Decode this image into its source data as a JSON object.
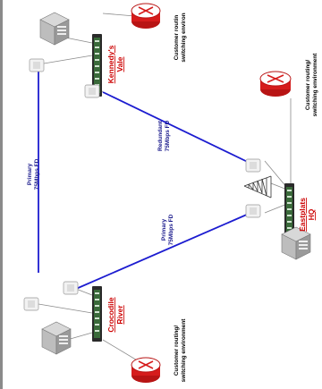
{
  "sites": {
    "kennedys_vale": {
      "name_line1": "Kennedy's",
      "name_line2": "Vale"
    },
    "crocodile_river": {
      "name_line1": "Crocodile",
      "name_line2": "River"
    },
    "eastplats_hq": {
      "name_line1": "Eastplats",
      "name_line2": "HQ"
    }
  },
  "customer_labels": {
    "kennedys_vale": {
      "line1": "Customer routin",
      "line2": "switching environ"
    },
    "eastplats_hq": {
      "line1": "Customer routing/",
      "line2": "switching environment"
    },
    "crocodile_river": {
      "line1": "Customer routing/",
      "line2": "switching environment"
    }
  },
  "links": {
    "left_primary": {
      "line1": "Primary",
      "line2": "75Mbps FD"
    },
    "redundant": {
      "line1": "Redundant",
      "line2": "75Mbps FD"
    },
    "bottom_primary": {
      "line1": "Primary",
      "line2": "75Mbps FD"
    }
  },
  "colors": {
    "link_line": "#1c1cd0",
    "site_label": "#cc0000",
    "router": "#d61c1c",
    "server": "#9a9a9a"
  }
}
